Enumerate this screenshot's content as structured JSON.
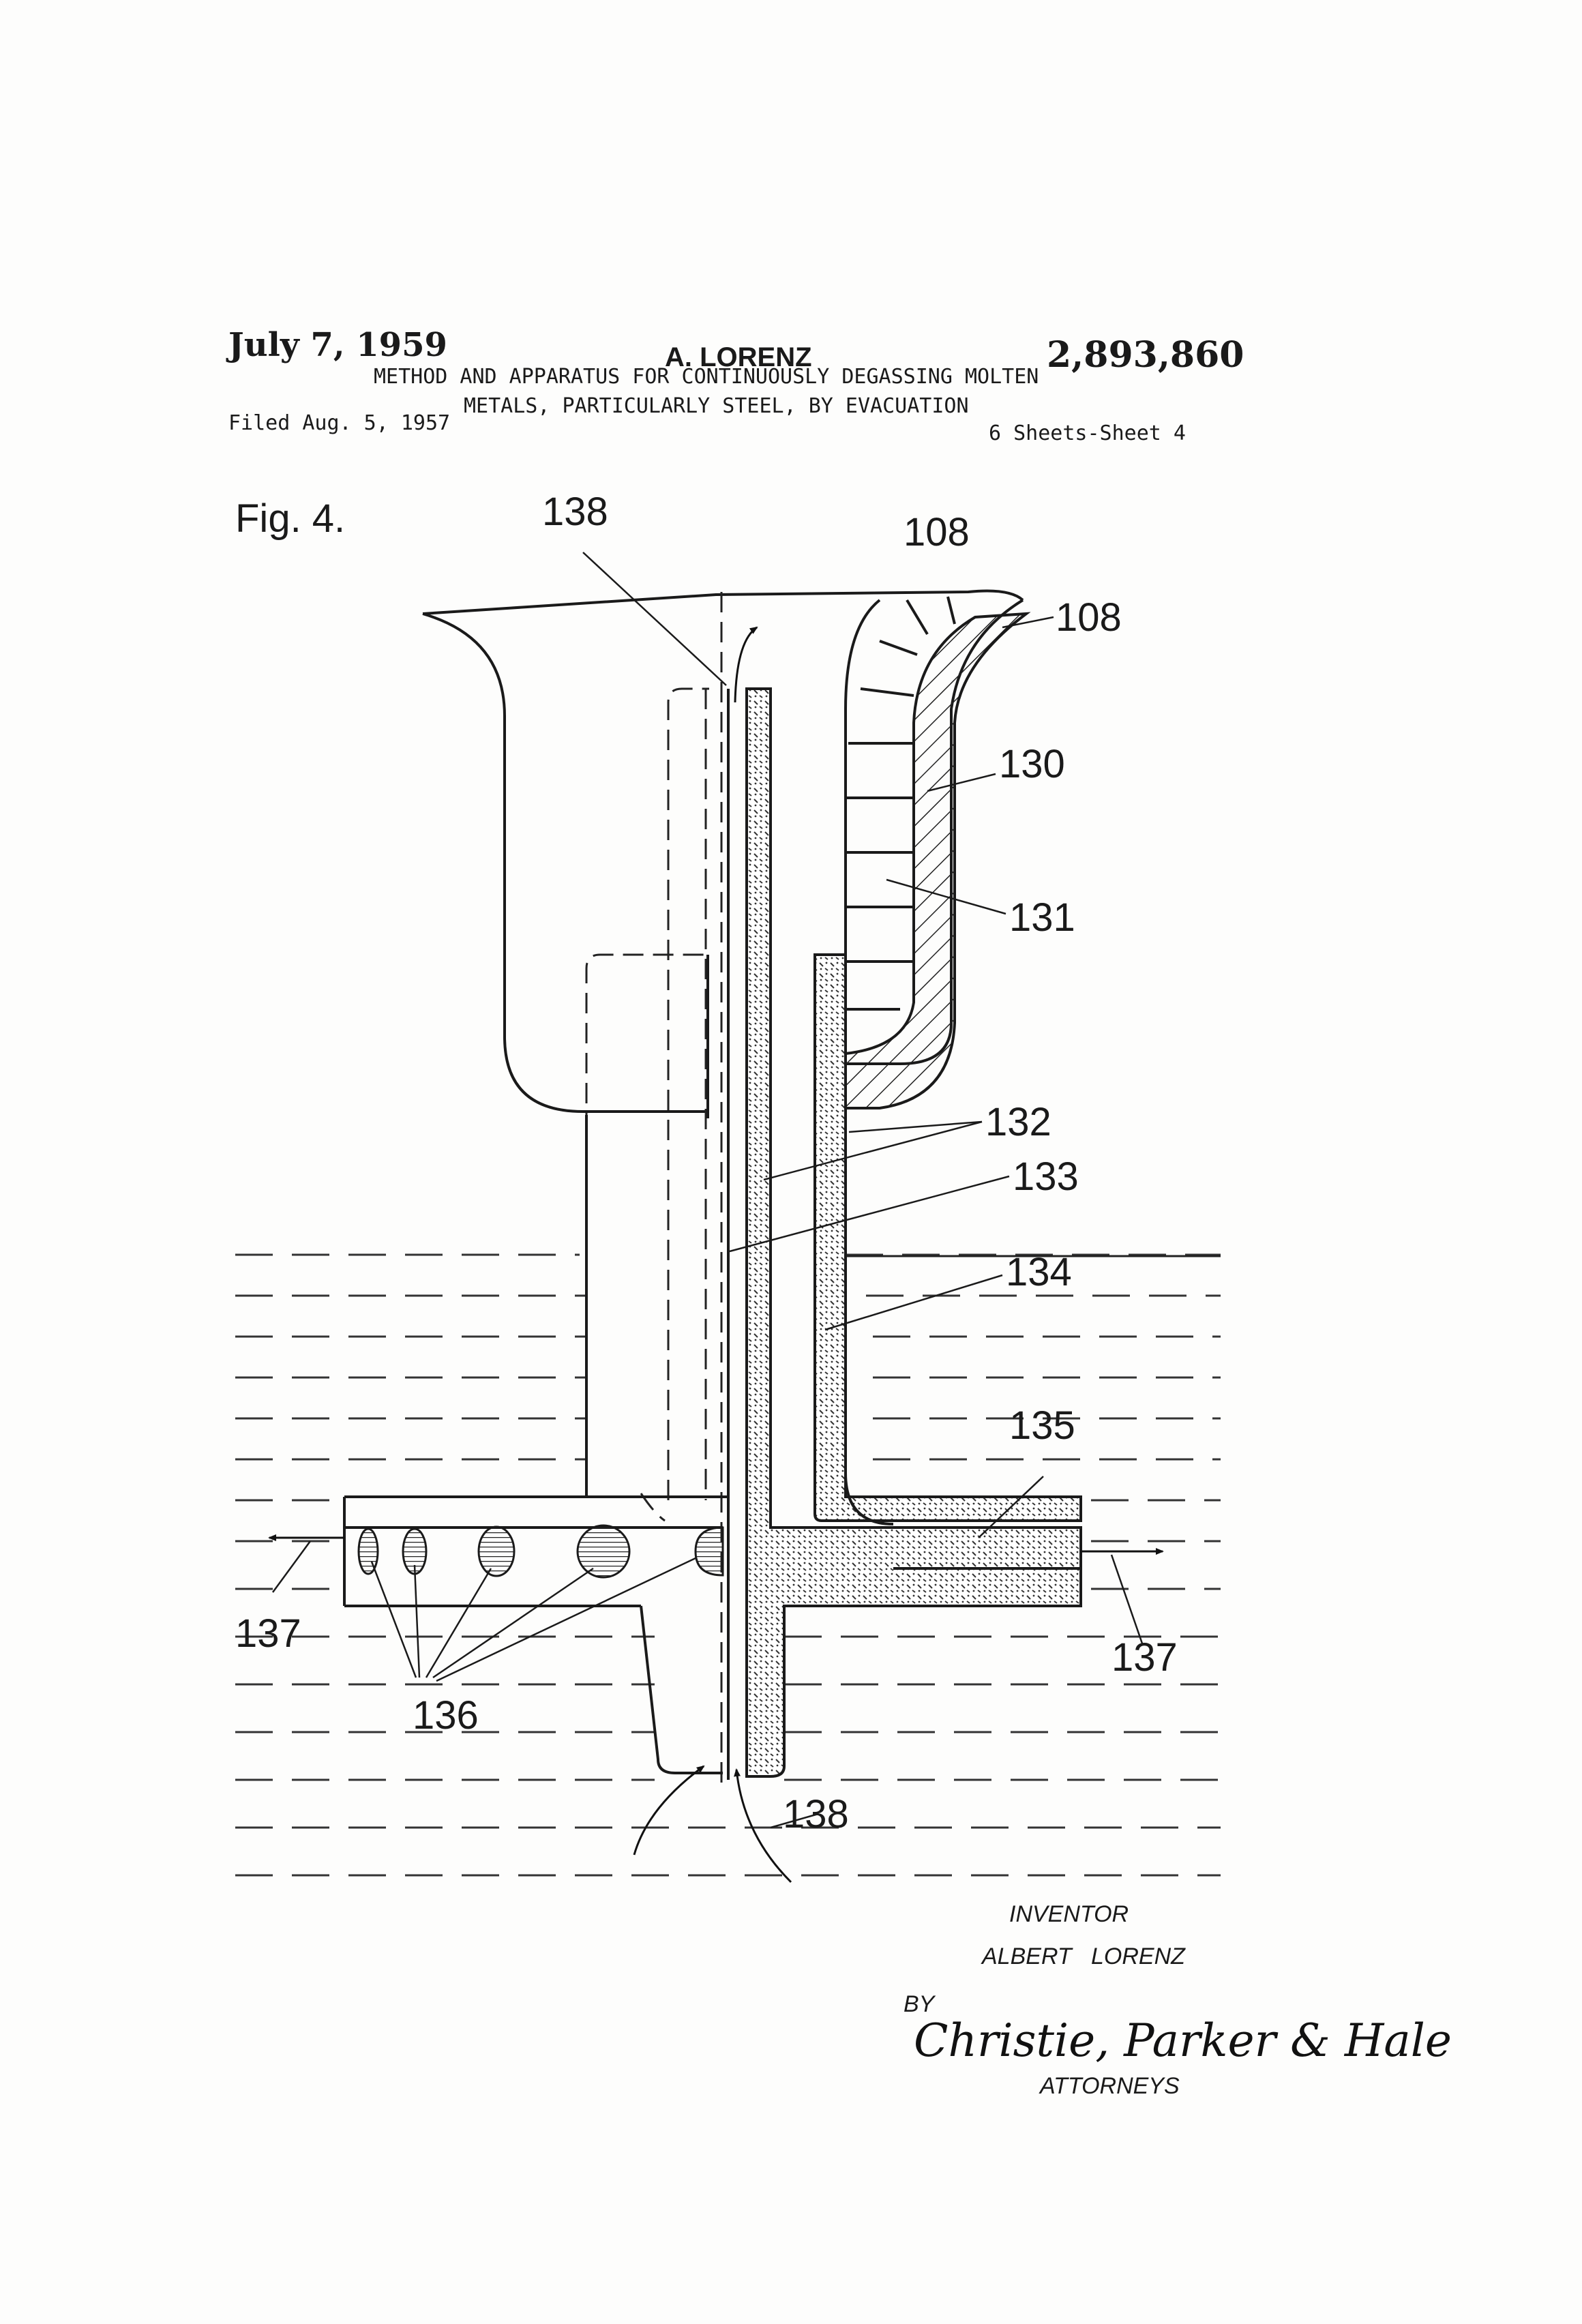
{
  "header": {
    "date": "July 7, 1959",
    "inventor_name": "A. LORENZ",
    "patent_number": "2,893,860",
    "title_line1": "METHOD AND APPARATUS FOR CONTINUOUSLY DEGASSING MOLTEN",
    "title_line2": "METALS, PARTICULARLY STEEL, BY EVACUATION",
    "filed": "Filed Aug. 5, 1957",
    "sheets": "6 Sheets-Sheet 4"
  },
  "figure": {
    "label": "Fig. 4.",
    "callouts": {
      "c108a": "108",
      "c108b": "108",
      "c130": "130",
      "c131": "131",
      "c132": "132",
      "c133": "133",
      "c134": "134",
      "c135": "135",
      "c136": "136",
      "c137_left": "137",
      "c137_right": "137",
      "c138_top": "138",
      "c138_bottom": "138"
    }
  },
  "signature": {
    "inventor_caption": "INVENTOR",
    "inventor_name": "ALBERT   LORENZ",
    "by": "BY",
    "firm": "Christie, Parker & Hale",
    "attorneys": "ATTORNEYS"
  }
}
